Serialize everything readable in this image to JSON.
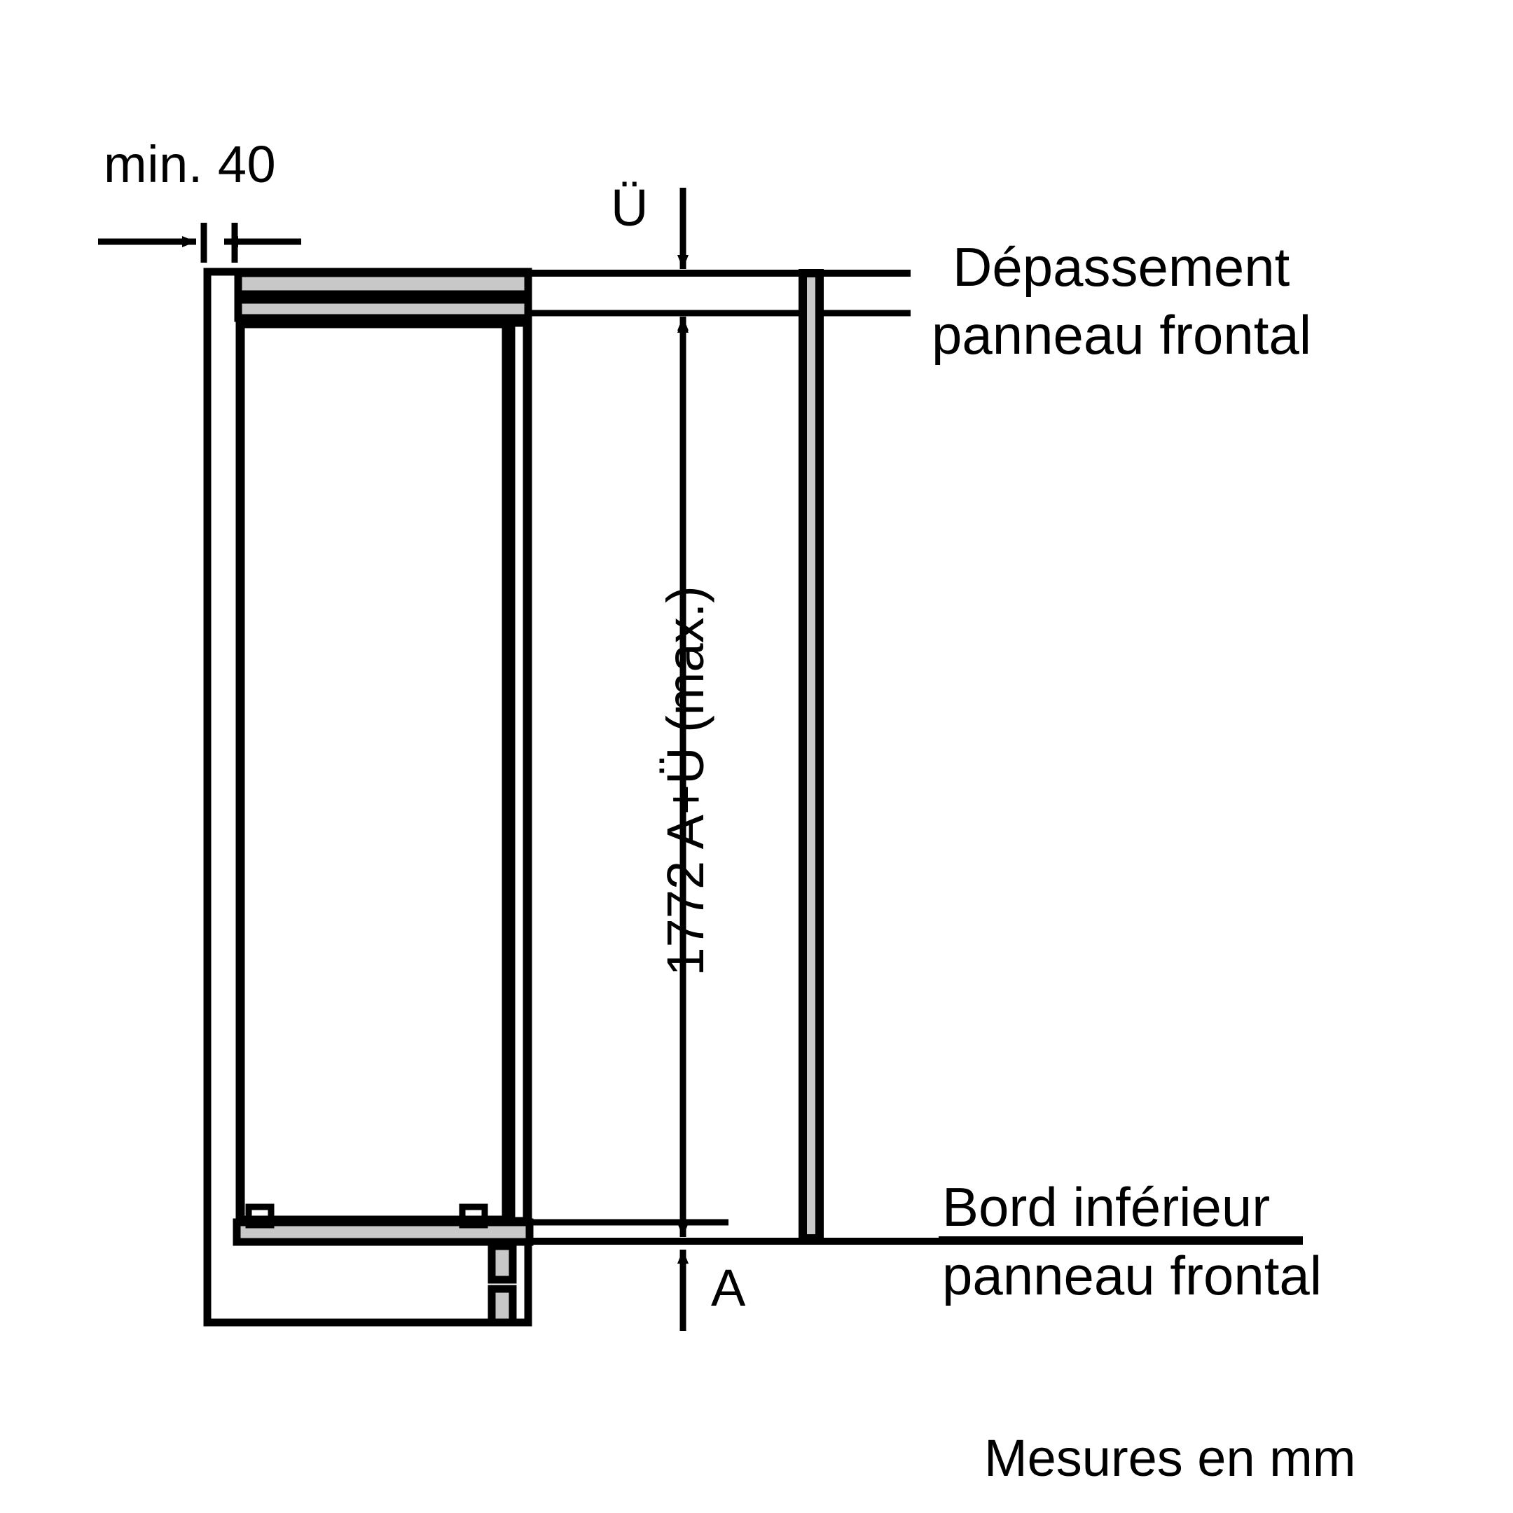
{
  "figure": {
    "type": "technical-installation-drawing",
    "subject": "built-in refrigerator niche with front panel",
    "units_note": "Mesures en mm"
  },
  "labels": {
    "min_width": "min. 40",
    "overhang_symbol": "Ü",
    "gap_symbol": "A",
    "vertical_dimension": "1772 A+Ü (max.)",
    "overhang_line1": "Dépassement",
    "overhang_line2": "panneau frontal",
    "bottom_edge_line1": "Bord inférieur",
    "bottom_edge_line2": "panneau frontal",
    "units": "Mesures en mm"
  },
  "dimensions": {
    "min_gap_mm": 40,
    "total_height_mm": 1772,
    "total_height_expression": "1772 A+Ü (max.)",
    "overhang_code": "Ü",
    "bottom_gap_code": "A"
  },
  "colors": {
    "stroke": "#000000",
    "fill_panel": "#c8c8c8",
    "background": "#ffffff"
  }
}
